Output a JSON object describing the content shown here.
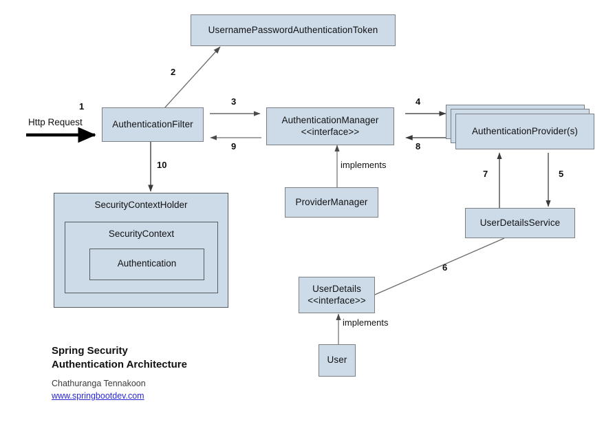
{
  "diagram": {
    "title_lines": "Spring Security\nAuthentication Architecture",
    "author": "Chathuranga Tennakoon",
    "website": "www.springbootdev.com",
    "colors": {
      "node_fill": "#cddbe9",
      "node_border": "#7b7f85",
      "link": "#2727d6",
      "arrow": "#4a4a4a",
      "http_arrow": "#000000"
    },
    "nodes": {
      "token": "UsernamePasswordAuthenticationToken",
      "auth_filter": "AuthenticationFilter",
      "auth_manager": "AuthenticationManager\n<<interface>>",
      "auth_provider": "AuthenticationProvider(s)",
      "provider_manager": "ProviderManager",
      "user_details_service": "UserDetailsService",
      "user_details": "UserDetails\n<<interface>>",
      "user": "User",
      "security_context_holder": "SecurityContextHolder",
      "security_context": "SecurityContext",
      "authentication": "Authentication"
    },
    "edge_labels": {
      "e1": "1",
      "e2": "2",
      "e3": "3",
      "e4": "4",
      "e5": "5",
      "e6": "6",
      "e7": "7",
      "e8": "8",
      "e9": "9",
      "e10": "10"
    },
    "text_labels": {
      "http_request": "Http Request",
      "implements_manager": "implements",
      "implements_userdetails": "implements"
    }
  }
}
